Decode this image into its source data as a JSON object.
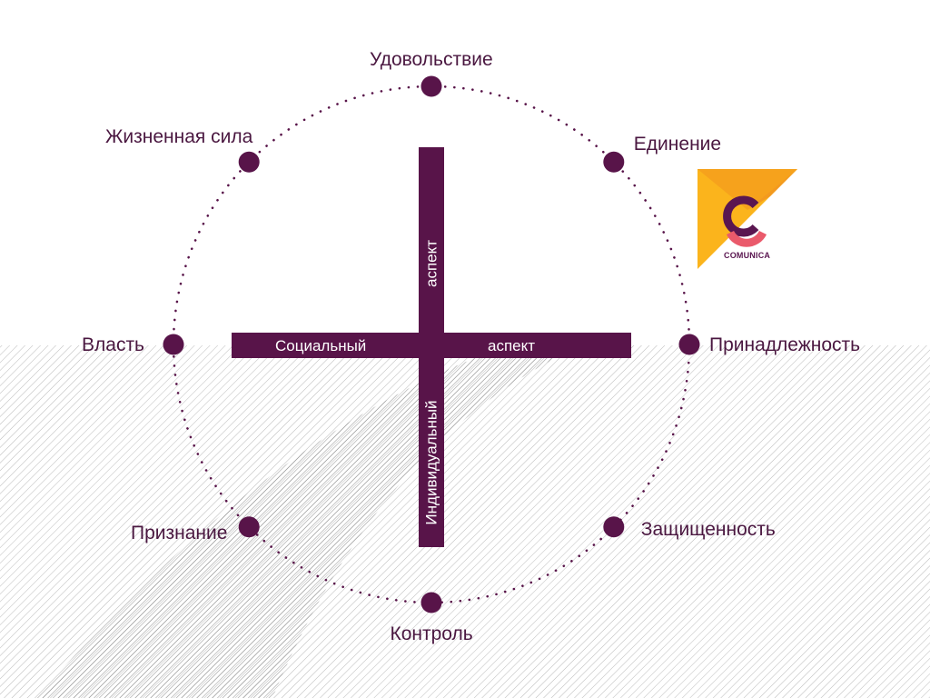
{
  "colors": {
    "primary": "#581449",
    "text": "#4a1740",
    "hatch": "#9a9a9a",
    "hatch_dark": "#555555",
    "logo_yellow": "#fbb41c",
    "logo_orange": "#f39a1f",
    "logo_pink": "#ea5a6b",
    "logo_purple": "#5a1650"
  },
  "axes": {
    "horizontal_left": "Социальный",
    "horizontal_right": "аспект",
    "vertical_top": "аспект",
    "vertical_bottom": "Индивидуальный"
  },
  "nodes": [
    {
      "id": "udovolstvie",
      "label": "Удовольствие",
      "angle": 90
    },
    {
      "id": "edinenie",
      "label": "Единение",
      "angle": 45
    },
    {
      "id": "prinadlezhnost",
      "label": "Принадлежность",
      "angle": 0
    },
    {
      "id": "zashchishchennost",
      "label": "Защищенность",
      "angle": -45
    },
    {
      "id": "kontrol",
      "label": "Контроль",
      "angle": -90
    },
    {
      "id": "priznanie",
      "label": "Признание",
      "angle": -135
    },
    {
      "id": "vlast",
      "label": "Власть",
      "angle": 180
    },
    {
      "id": "zhiznennaya-sila",
      "label": "Жизненная сила",
      "angle": 135
    }
  ],
  "logo": {
    "icon": "comunica-logo-icon",
    "word": "COMUNICA"
  }
}
